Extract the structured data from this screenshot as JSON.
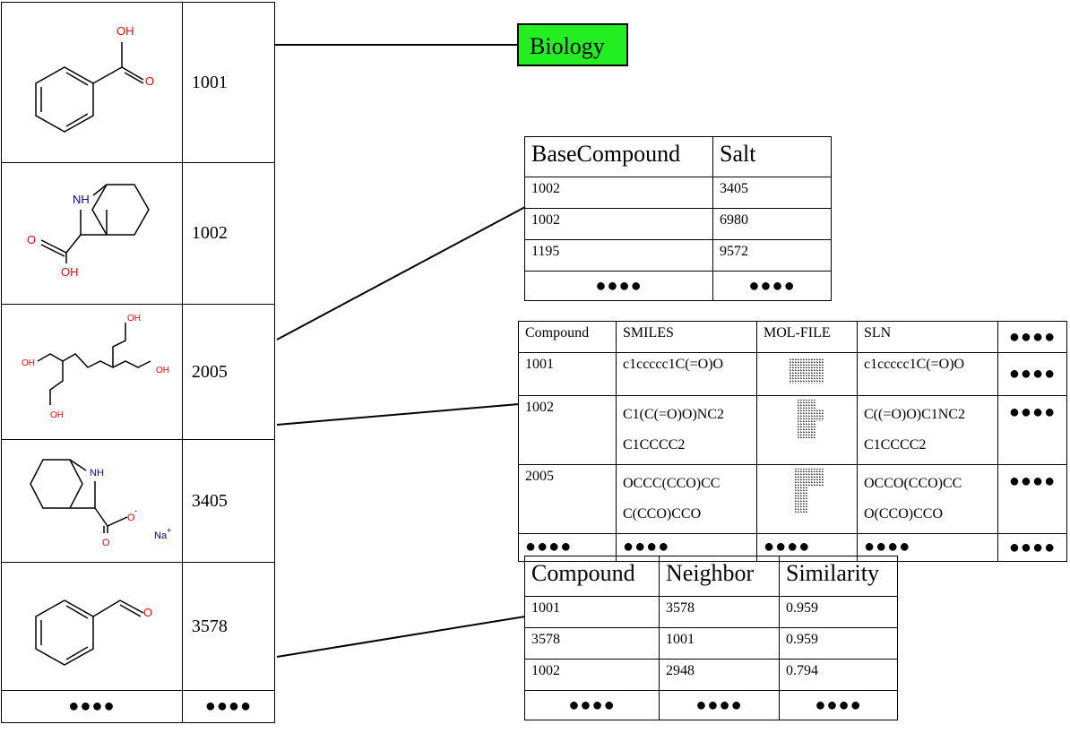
{
  "compounds": [
    {
      "id": "1001",
      "structure_icon": "benzoic-acid-structure",
      "labels": {
        "oh": "OH",
        "o": "O"
      }
    },
    {
      "id": "1002",
      "structure_icon": "bicyclic-amino-acid-structure",
      "labels": {
        "nh": "NH",
        "o": "O",
        "oh": "OH"
      }
    },
    {
      "id": "2005",
      "structure_icon": "branched-polyol-structure",
      "labels": {
        "oh1": "OH",
        "oh2": "OH",
        "oh3": "OH",
        "oh4": "OH"
      }
    },
    {
      "id": "3405",
      "structure_icon": "sodium-salt-structure",
      "labels": {
        "nh": "NH",
        "o1": "O",
        "minus": "-",
        "o2": "O",
        "na": "Na",
        "plus": "+"
      }
    },
    {
      "id": "3578",
      "structure_icon": "benzaldehyde-structure",
      "labels": {
        "o": "O"
      }
    }
  ],
  "ellipsis": "●●●●",
  "biology": {
    "label": "Biology",
    "color": "#22ee22"
  },
  "salt_table": {
    "headers": [
      "BaseCompound",
      "Salt"
    ],
    "rows": [
      [
        "1002",
        "3405"
      ],
      [
        "1002",
        "6980"
      ],
      [
        "1195",
        "9572"
      ]
    ]
  },
  "structure_table": {
    "headers": [
      "Compound",
      "SMILES",
      "MOL-FILE",
      "SLN"
    ],
    "rows": [
      {
        "compound": "1001",
        "smiles": "c1ccccc1C(=O)O",
        "sln": "c1ccccc1C(=O)O"
      },
      {
        "compound": "1002",
        "smiles": [
          "C1(C(=O)O)NC2",
          "C1CCCC2"
        ],
        "sln": [
          "C((=O)O)C1NC2",
          "C1CCCC2"
        ]
      },
      {
        "compound": "2005",
        "smiles": [
          "OCCC(CCO)CC",
          "C(CCO)CCO"
        ],
        "sln": [
          "OCCO(CCO)CC",
          "O(CCO)CCO"
        ]
      }
    ]
  },
  "similarity_table": {
    "headers": [
      "Compound",
      "Neighbor",
      "Similarity"
    ],
    "rows": [
      [
        "1001",
        "3578",
        "0.959"
      ],
      [
        "3578",
        "1001",
        "0.959"
      ],
      [
        "1002",
        "2948",
        "0.794"
      ]
    ]
  },
  "colors": {
    "oxygen": "#ff0000",
    "nitrogen": "#0000cc",
    "sodium": "#000080",
    "biology": "#22ee22"
  }
}
